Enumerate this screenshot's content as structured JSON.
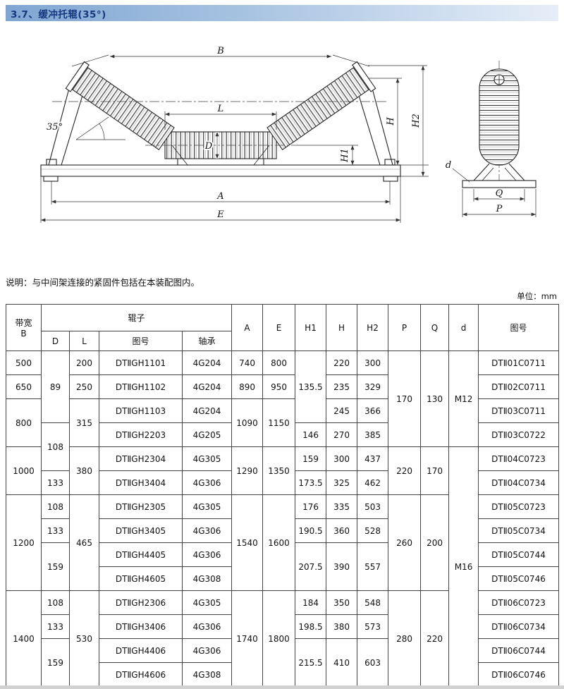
{
  "page": {
    "title": "3.7、缓冲托辊(35°)",
    "note": "说明：与中间架连接的紧固件包括在本装配图内。",
    "unit_label": "单位：mm"
  },
  "drawing": {
    "front_labels": {
      "B": "B",
      "L": "L",
      "D": "D",
      "angle": "35°",
      "H1": "H1",
      "H": "H",
      "H2": "H2",
      "A": "A",
      "E": "E"
    },
    "side_labels": {
      "d": "d",
      "Q": "Q",
      "P": "P"
    }
  },
  "table": {
    "header": {
      "bandwidth_zh": "带宽",
      "bandwidth_sym": "B",
      "roller": "辊子",
      "D": "D",
      "L": "L",
      "roller_drawing_no": "图号",
      "bearing": "轴承",
      "A": "A",
      "E": "E",
      "H1": "H1",
      "H": "H",
      "H2": "H2",
      "P": "P",
      "Q": "Q",
      "d": "d",
      "drawing_no": "图号"
    },
    "rows": [
      [
        {
          "t": "500"
        },
        {
          "t": "89",
          "rs": 3
        },
        {
          "t": "200"
        },
        {
          "t": "DTⅡGH1101"
        },
        {
          "t": "4G204"
        },
        {
          "t": "740"
        },
        {
          "t": "800"
        },
        {
          "t": "135.5",
          "rs": 3
        },
        {
          "t": "220"
        },
        {
          "t": "300"
        },
        {
          "t": "170",
          "rs": 4
        },
        {
          "t": "130",
          "rs": 4
        },
        {
          "t": "M12",
          "rs": 4
        },
        {
          "t": "DTⅡ01C0711"
        }
      ],
      [
        {
          "t": "650"
        },
        {
          "t": "250"
        },
        {
          "t": "DTⅡGH1102"
        },
        {
          "t": "4G204"
        },
        {
          "t": "890"
        },
        {
          "t": "950"
        },
        {
          "t": "235"
        },
        {
          "t": "329"
        },
        {
          "t": "DTⅡ02C0711"
        }
      ],
      [
        {
          "t": "800",
          "rs": 2
        },
        {
          "t": "315",
          "rs": 2
        },
        {
          "t": "DTⅡGH1103"
        },
        {
          "t": "4G204"
        },
        {
          "t": "1090",
          "rs": 2
        },
        {
          "t": "1150",
          "rs": 2
        },
        {
          "t": "245"
        },
        {
          "t": "366"
        },
        {
          "t": "DTⅡ03C0711"
        }
      ],
      [
        {
          "t": "108",
          "rs": 2
        },
        {
          "t": "DTⅡGH2203"
        },
        {
          "t": "4G205"
        },
        {
          "t": "146"
        },
        {
          "t": "270"
        },
        {
          "t": "385"
        },
        {
          "t": "DTⅡ03C0722"
        }
      ],
      [
        {
          "t": "1000",
          "rs": 2
        },
        {
          "t": "380",
          "rs": 2
        },
        {
          "t": "DTⅡGH2304"
        },
        {
          "t": "4G305"
        },
        {
          "t": "1290",
          "rs": 2
        },
        {
          "t": "1350",
          "rs": 2
        },
        {
          "t": "159"
        },
        {
          "t": "300"
        },
        {
          "t": "437"
        },
        {
          "t": "220",
          "rs": 2
        },
        {
          "t": "170",
          "rs": 2
        },
        {
          "t": "M16",
          "rs": 10
        },
        {
          "t": "DTⅡ04C0723"
        }
      ],
      [
        {
          "t": "133"
        },
        {
          "t": "DTⅡGH3404"
        },
        {
          "t": "4G306"
        },
        {
          "t": "173.5"
        },
        {
          "t": "325"
        },
        {
          "t": "462"
        },
        {
          "t": "DTⅡ04C0734"
        }
      ],
      [
        {
          "t": "1200",
          "rs": 4
        },
        {
          "t": "108"
        },
        {
          "t": "465",
          "rs": 4
        },
        {
          "t": "DTⅡGH2305"
        },
        {
          "t": "4G305"
        },
        {
          "t": "1540",
          "rs": 4
        },
        {
          "t": "1600",
          "rs": 4
        },
        {
          "t": "176"
        },
        {
          "t": "335"
        },
        {
          "t": "503"
        },
        {
          "t": "260",
          "rs": 4
        },
        {
          "t": "200",
          "rs": 4
        },
        {
          "t": "DTⅡ05C0723"
        }
      ],
      [
        {
          "t": "133"
        },
        {
          "t": "DTⅡGH3405"
        },
        {
          "t": "4G306"
        },
        {
          "t": "190.5"
        },
        {
          "t": "360"
        },
        {
          "t": "528"
        },
        {
          "t": "DTⅡ05C0734"
        }
      ],
      [
        {
          "t": "159",
          "rs": 2
        },
        {
          "t": "DTⅡGH4405"
        },
        {
          "t": "4G306"
        },
        {
          "t": "207.5",
          "rs": 2
        },
        {
          "t": "390",
          "rs": 2
        },
        {
          "t": "557",
          "rs": 2
        },
        {
          "t": "DTⅡ05C0744"
        }
      ],
      [
        {
          "t": "DTⅡGH4605"
        },
        {
          "t": "4G308"
        },
        {
          "t": "DTⅡ05C0746"
        }
      ],
      [
        {
          "t": "1400",
          "rs": 4
        },
        {
          "t": "108"
        },
        {
          "t": "530",
          "rs": 4
        },
        {
          "t": "DTⅡGH2306"
        },
        {
          "t": "4G305"
        },
        {
          "t": "1740",
          "rs": 4
        },
        {
          "t": "1800",
          "rs": 4
        },
        {
          "t": "184"
        },
        {
          "t": "350"
        },
        {
          "t": "548"
        },
        {
          "t": "280",
          "rs": 4
        },
        {
          "t": "220",
          "rs": 4
        },
        {
          "t": "DTⅡ06C0723"
        }
      ],
      [
        {
          "t": "133"
        },
        {
          "t": "DTⅡGH3406"
        },
        {
          "t": "4G306"
        },
        {
          "t": "198.5"
        },
        {
          "t": "380"
        },
        {
          "t": "573"
        },
        {
          "t": "DTⅡ06C0734"
        }
      ],
      [
        {
          "t": "159",
          "rs": 2
        },
        {
          "t": "DTⅡGH4406"
        },
        {
          "t": "4G306"
        },
        {
          "t": "215.5",
          "rs": 2
        },
        {
          "t": "410",
          "rs": 2
        },
        {
          "t": "603",
          "rs": 2
        },
        {
          "t": "DTⅡ06C0744"
        }
      ],
      [
        {
          "t": "DTⅡGH4606"
        },
        {
          "t": "4G308"
        },
        {
          "t": "DTⅡ06C0746"
        }
      ]
    ]
  }
}
